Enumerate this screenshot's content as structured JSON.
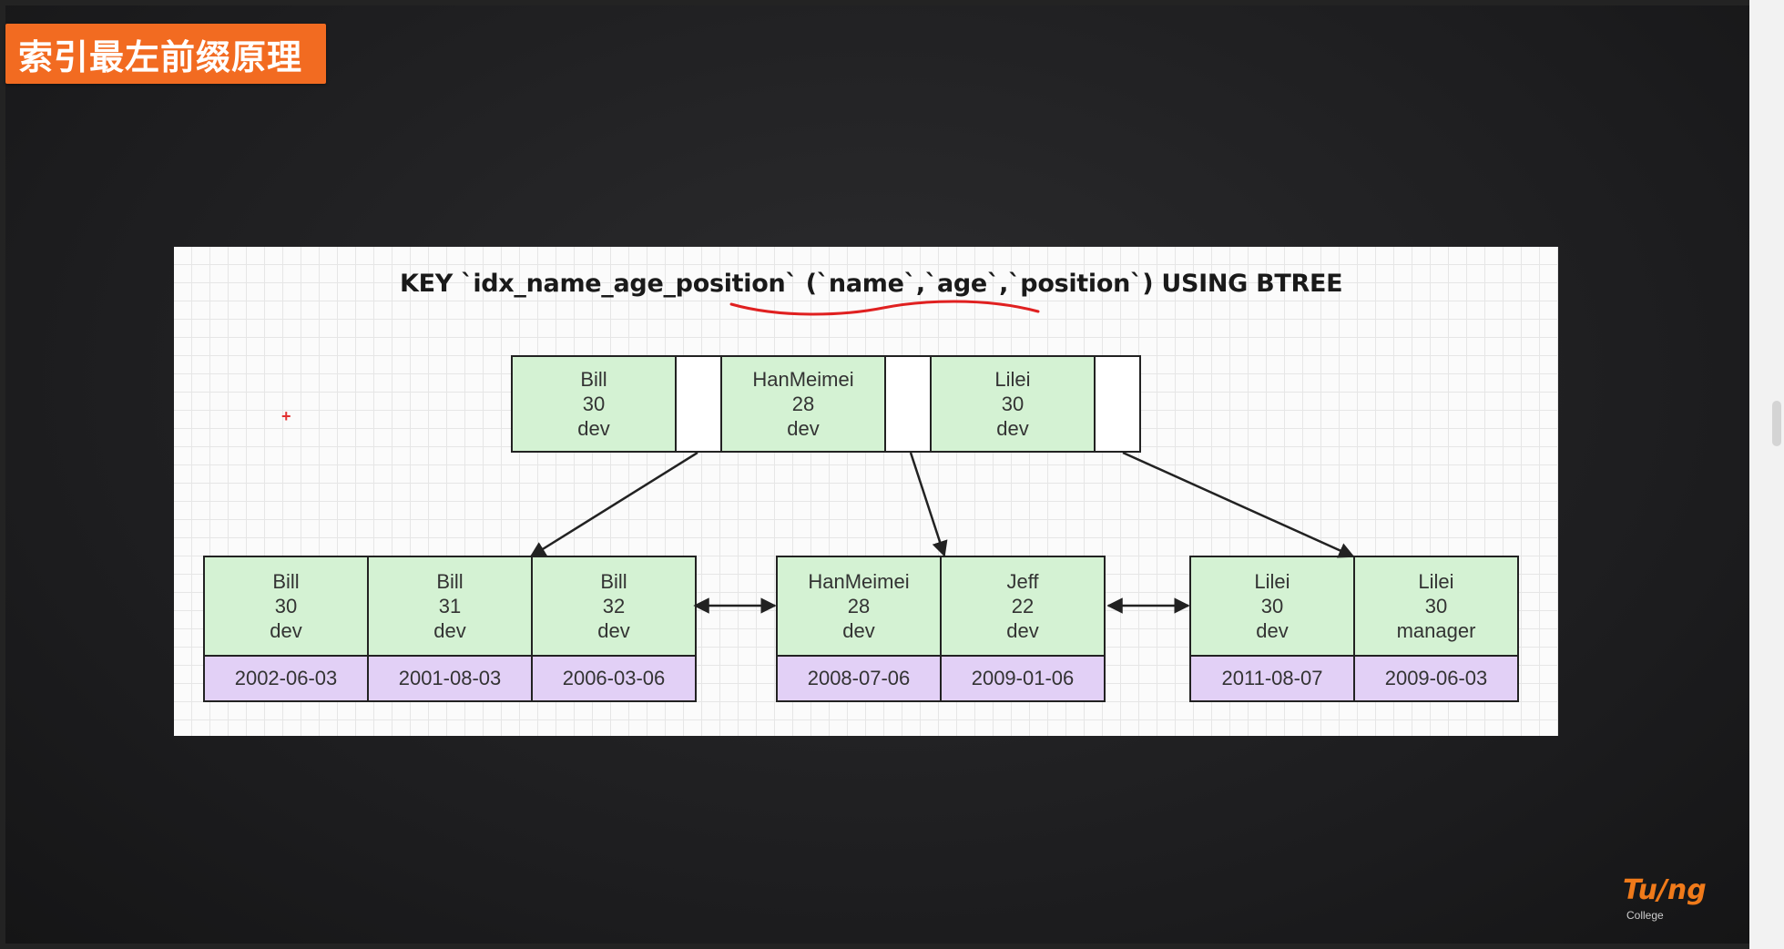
{
  "slide": {
    "title": "索引最左前缀原理",
    "index_definition": "KEY `idx_name_age_position` (`name`,`age`,`position`) USING BTREE",
    "watermark": "Tu/ng",
    "watermark_sub": "College"
  },
  "root": [
    {
      "name": "Bill",
      "age": "30",
      "position": "dev"
    },
    {
      "name": "HanMeimei",
      "age": "28",
      "position": "dev"
    },
    {
      "name": "Lilei",
      "age": "30",
      "position": "dev"
    }
  ],
  "leaves": [
    [
      {
        "name": "Bill",
        "age": "30",
        "position": "dev",
        "date": "2002-06-03"
      },
      {
        "name": "Bill",
        "age": "31",
        "position": "dev",
        "date": "2001-08-03"
      },
      {
        "name": "Bill",
        "age": "32",
        "position": "dev",
        "date": "2006-03-06"
      }
    ],
    [
      {
        "name": "HanMeimei",
        "age": "28",
        "position": "dev",
        "date": "2008-07-06"
      },
      {
        "name": "Jeff",
        "age": "22",
        "position": "dev",
        "date": "2009-01-06"
      }
    ],
    [
      {
        "name": "Lilei",
        "age": "30",
        "position": "dev",
        "date": "2011-08-07"
      },
      {
        "name": "Lilei",
        "age": "30",
        "position": "manager",
        "date": "2009-06-03"
      }
    ]
  ],
  "colors": {
    "title_badge": "#f26b21",
    "key_cell": "#d4f2d3",
    "date_cell": "#e2d0f6",
    "underline": "#e02020"
  }
}
